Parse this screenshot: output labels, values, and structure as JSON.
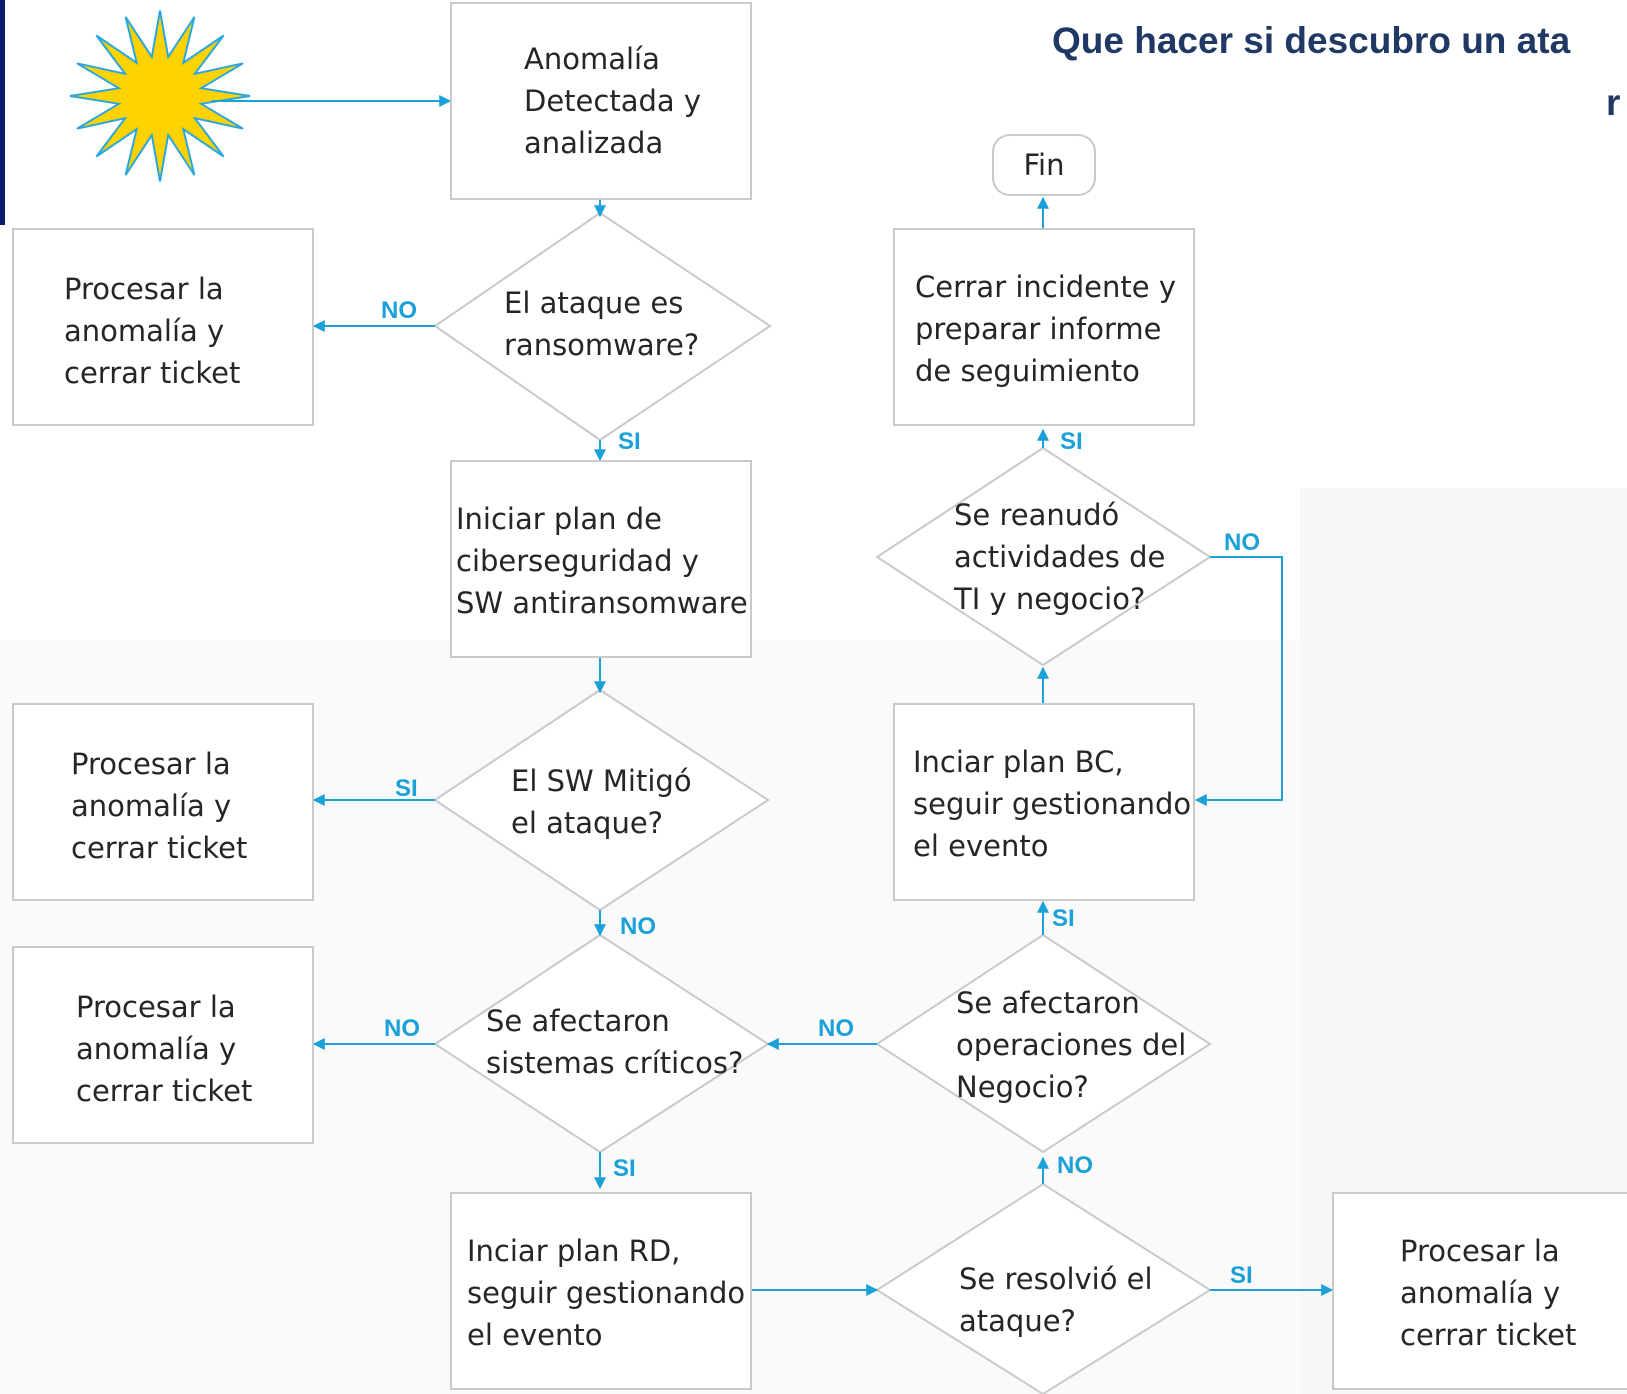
{
  "title": "Que hacer si descubro un ata\nr",
  "colors": {
    "arrow": "#1ba1d8",
    "label": "#1ba1d8",
    "border": "#c9c9c9",
    "title": "#1f3864",
    "burst_fill": "#ffd200",
    "burst_stroke": "#2aa7de"
  },
  "nodes": {
    "start_icon": "sun-burst-icon",
    "anomaly": "Anomalía\nDetectada y\nanalizada",
    "is_ransomware": "El ataque es\nransomware?",
    "process_1": "Procesar la\nanomalía y\ncerrar ticket",
    "start_plan": "Iniciar plan de\nciberseguridad y\nSW antiransomware",
    "sw_mitigated": "El SW Mitigó\nel ataque?",
    "process_2": "Procesar la\nanomalía y\ncerrar ticket",
    "critical_systems": "Se afectaron\nsistemas críticos?",
    "process_3": "Procesar la\nanomalía y\ncerrar ticket",
    "plan_rd": "Inciar plan RD,\nseguir gestionando\nel evento",
    "resolved": "Se resolvió el\nataque?",
    "process_4": "Procesar la\nanomalía y\ncerrar ticket",
    "business_ops": "Se afectaron\noperaciones del\nNegocio?",
    "plan_bc": "Inciar plan BC,\nseguir gestionando\nel evento",
    "resumed": "Se reanudó\nactividades de\nTI y negocio?",
    "close_incident": "Cerrar incidente y\npreparar informe\nde seguimiento",
    "fin": "Fin"
  },
  "labels": {
    "ransom_no": "NO",
    "ransom_si": "SI",
    "mitigated_si": "SI",
    "mitigated_no": "NO",
    "critical_no": "NO",
    "critical_si": "SI",
    "resolved_si": "SI",
    "resolved_no": "NO",
    "business_no": "NO",
    "business_si": "SI",
    "resumed_no": "NO",
    "resumed_si": "SI"
  }
}
